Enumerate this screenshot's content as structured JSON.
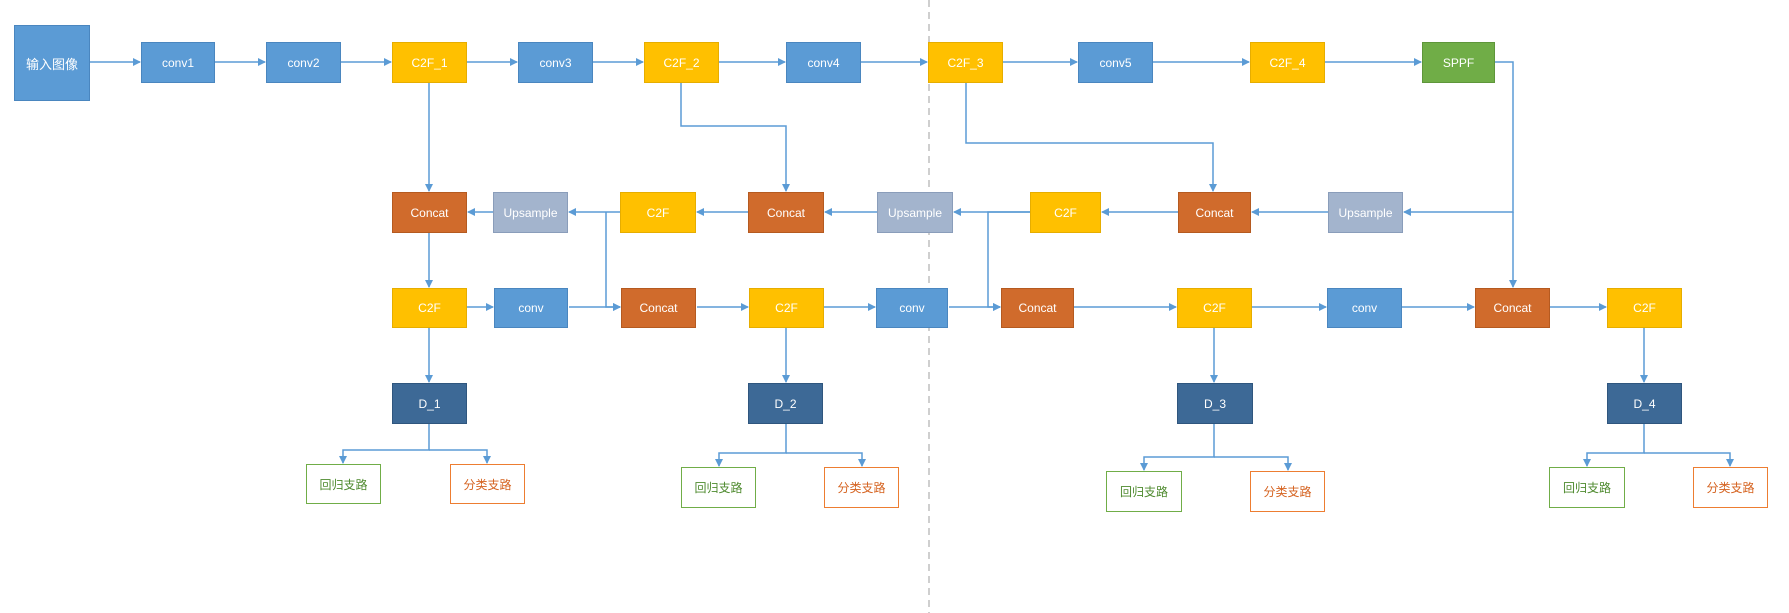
{
  "diagram": {
    "colors": {
      "conv": "#5b9bd5",
      "c2f": "#ffc000",
      "concat": "#d06b2c",
      "upsample": "#a3b4cd",
      "sppf": "#70ad47",
      "detect": "#3d6996",
      "regression_border": "#70ad47",
      "classification_border": "#ed7d31",
      "connector": "#5b9bd5",
      "divider": "#bfbfbf"
    },
    "nodes": {
      "input": "输入图像",
      "conv1": "conv1",
      "conv2": "conv2",
      "c2f_1": "C2F_1",
      "conv3": "conv3",
      "c2f_2": "C2F_2",
      "conv4": "conv4",
      "c2f_3": "C2F_3",
      "conv5": "conv5",
      "c2f_4": "C2F_4",
      "sppf": "SPPF",
      "concat_a": "Concat",
      "upsample_a": "Upsample",
      "c2f_a": "C2F",
      "concat_b": "Concat",
      "upsample_b": "Upsample",
      "c2f_b": "C2F",
      "concat_c": "Concat",
      "upsample_c": "Upsample",
      "c2f_p1": "C2F",
      "conv_p1": "conv",
      "concat_p1": "Concat",
      "c2f_p2": "C2F",
      "conv_p2": "conv",
      "concat_p2": "Concat",
      "c2f_p3": "C2F",
      "conv_p3": "conv",
      "concat_p3": "Concat",
      "c2f_p4": "C2F",
      "d1": "D_1",
      "d2": "D_2",
      "d3": "D_3",
      "d4": "D_4",
      "reg1": "回归支路",
      "cls1": "分类支路",
      "reg2": "回归支路",
      "cls2": "分类支路",
      "reg3": "回归支路",
      "cls3": "分类支路",
      "reg4": "回归支路",
      "cls4": "分类支路"
    }
  }
}
